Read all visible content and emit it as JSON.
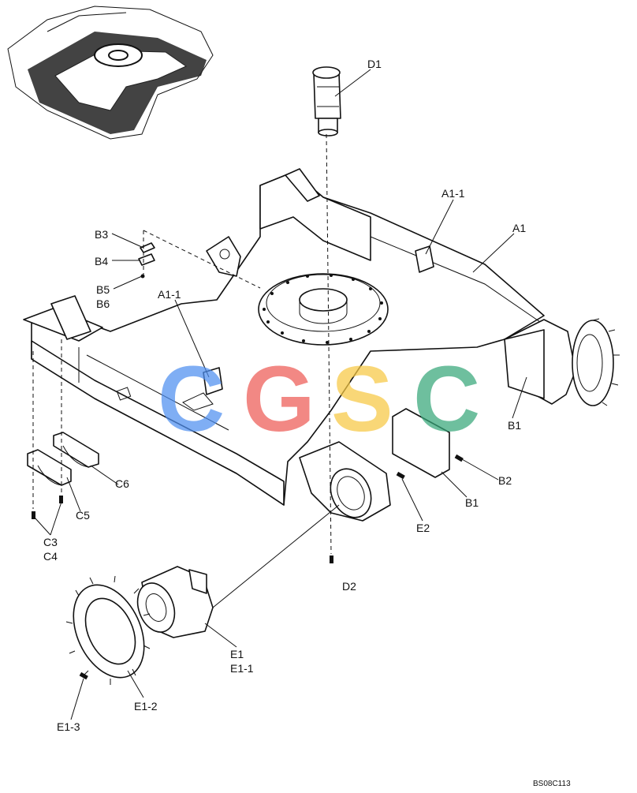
{
  "labels": {
    "D1": "D1",
    "A1_1_top": "A1-1",
    "A1": "A1",
    "B3": "B3",
    "B4": "B4",
    "B5": "B5",
    "B6": "B6",
    "A1_1_left": "A1-1",
    "B1_right": "B1",
    "B2": "B2",
    "B1_lower": "B1",
    "C6": "C6",
    "C5": "C5",
    "C3": "C3",
    "C4": "C4",
    "E2": "E2",
    "D2": "D2",
    "E1": "E1",
    "E1_1": "E1-1",
    "E1_2": "E1-2",
    "E1_3": "E1-3"
  },
  "watermark": {
    "letters": [
      "C",
      "G",
      "S",
      "C"
    ],
    "colors": [
      "#4f8ff0",
      "#ee5b56",
      "#f7c943",
      "#37a77a"
    ]
  },
  "reference_code": "BS08C113"
}
